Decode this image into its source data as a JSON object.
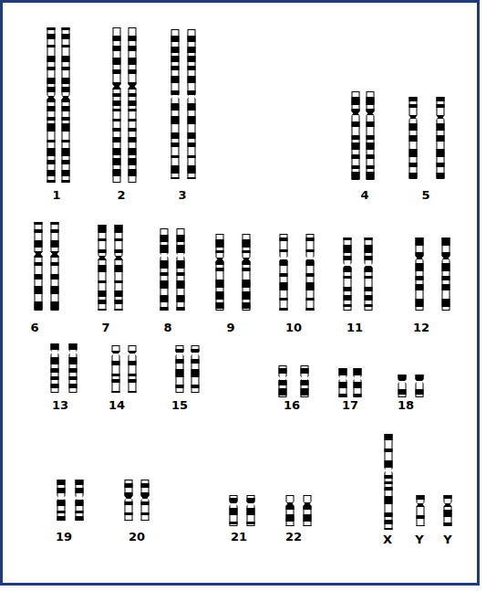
{
  "diagram": {
    "labels": [
      "1",
      "2",
      "3",
      "4",
      "5",
      "6",
      "7",
      "8",
      "9",
      "10",
      "11",
      "12",
      "13",
      "14",
      "15",
      "16",
      "17",
      "18",
      "19",
      "20",
      "21",
      "22",
      "X",
      "Y",
      "Y"
    ]
  }
}
